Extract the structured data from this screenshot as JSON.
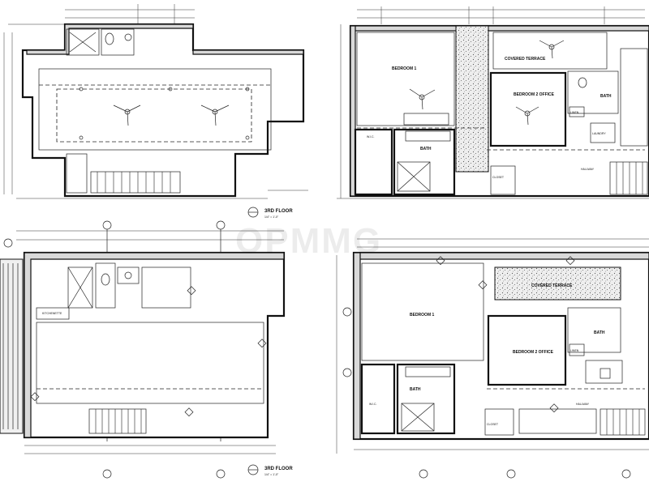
{
  "drawing": {
    "watermark": "OPMMG",
    "plans": [
      {
        "title": "3RD FLOOR",
        "scale": "1/4\" = 1'-0\"",
        "rooms": []
      },
      {
        "title": "",
        "scale": "",
        "rooms": [
          "BEDROOM 1",
          "COVERED TERRACE",
          "BEDROOM 2 OFFICE",
          "BATH",
          "BATH",
          "W.I.C.",
          "CLOSET",
          "HALLWAY",
          "LAUNDRY",
          "LINEN"
        ]
      },
      {
        "title": "3RD FLOOR",
        "scale": "1/4\" = 1'-0\"",
        "rooms": [
          "KITCHENETTE"
        ]
      },
      {
        "title": "",
        "scale": "",
        "rooms": [
          "BEDROOM 1",
          "COVERED TERRACE",
          "BEDROOM 2 OFFICE",
          "BATH",
          "BATH",
          "W.I.C.",
          "CLOSET",
          "HALLWAY",
          "LINEN"
        ]
      }
    ]
  },
  "colors": {
    "line": "#111111",
    "wall_fill": "#d9d9d9",
    "background": "#ffffff"
  }
}
